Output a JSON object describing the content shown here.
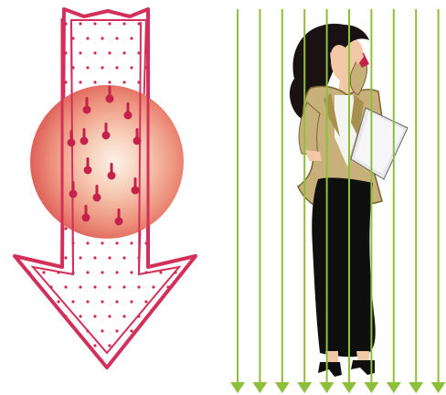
{
  "colors": {
    "arrow_outline": "#d2305a",
    "arrow_dots": "#cc2d55",
    "sphere_core": "#fbe6d9",
    "sphere_edge": "#e0605a",
    "thermometer": "#c4224a",
    "line_green": "#8dbf3a",
    "skin": "#f2c9a6",
    "hair": "#1a1212",
    "jacket": "#c8b07a",
    "dress": "#0f0f0f",
    "shirt": "#f4f4f0"
  },
  "illustration": {
    "left": "heat-down-arrow-with-thermometer-sphere",
    "right": "woman-on-phone-behind-green-down-arrows",
    "thermometer_count": 14,
    "green_arrow_count": 10
  }
}
